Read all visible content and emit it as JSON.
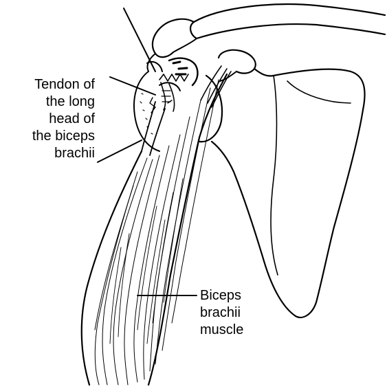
{
  "labels": {
    "tendon": {
      "lines": [
        "Tendon of",
        "the long",
        "head of",
        "the biceps",
        "brachii"
      ]
    },
    "muscle": {
      "lines": [
        "Biceps",
        "brachii",
        "muscle"
      ]
    }
  },
  "colors": {
    "ink": "#000000",
    "background": "#ffffff"
  }
}
